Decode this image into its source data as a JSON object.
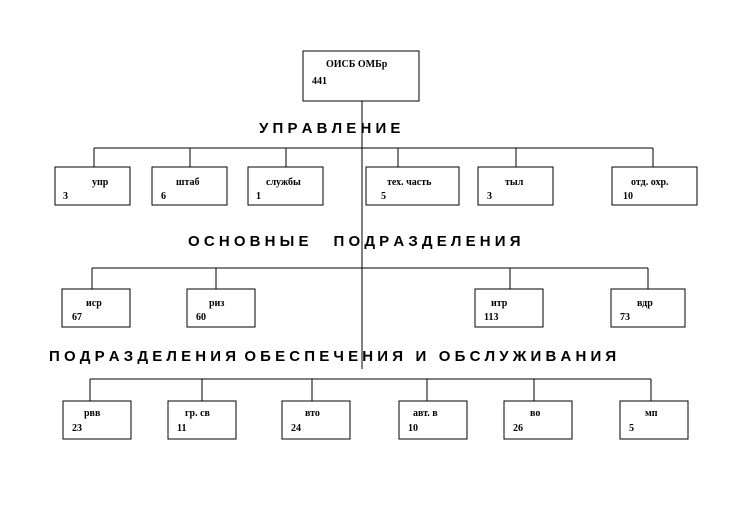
{
  "root": {
    "name": "ОИСБ ОМБр",
    "count": "441"
  },
  "sections": [
    {
      "title": "У П Р А В Л Е Н И Е"
    },
    {
      "title": "О С Н О В Н Ы Е      П О Д Р А З Д Е Л Е Н И Я"
    },
    {
      "title": "П О Д Р А З Д Е Л Е Н И Я  О Б Е С П Е Ч Е Н И Я   И   О Б С Л У Ж И В А Н И Я"
    }
  ],
  "rows": [
    {
      "units": [
        {
          "name": "упр",
          "count": "3"
        },
        {
          "name": "штаб",
          "count": "6"
        },
        {
          "name": "службы",
          "count": "1"
        },
        {
          "name": "тех. часть",
          "count": "5"
        },
        {
          "name": "тыл",
          "count": "3"
        },
        {
          "name": "отд. охр.",
          "count": "10"
        }
      ]
    },
    {
      "units": [
        {
          "name": "иср",
          "count": "67"
        },
        {
          "name": "риз",
          "count": "60"
        },
        {
          "name": "итр",
          "count": "113"
        },
        {
          "name": "вдр",
          "count": "73"
        }
      ]
    },
    {
      "units": [
        {
          "name": "рвв",
          "count": "23"
        },
        {
          "name": "гр. св",
          "count": "11"
        },
        {
          "name": "вто",
          "count": "24"
        },
        {
          "name": "авт. в",
          "count": "10"
        },
        {
          "name": "во",
          "count": "26"
        },
        {
          "name": "мп",
          "count": "5"
        }
      ]
    }
  ]
}
